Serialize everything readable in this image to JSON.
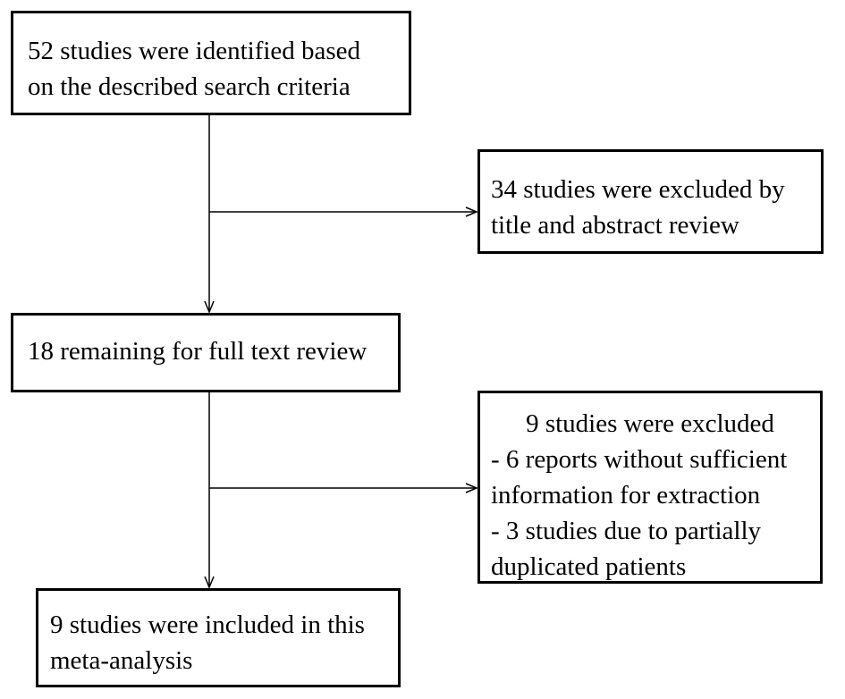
{
  "flowchart": {
    "identified": {
      "lines": [
        "52 studies were identified based",
        "on the described search criteria"
      ]
    },
    "excluded_title_abstract": {
      "lines": [
        "34 studies were excluded by",
        "title and abstract review"
      ]
    },
    "remaining": {
      "lines": [
        "18 remaining for full text review"
      ]
    },
    "excluded_full_text": {
      "heading": "9 studies were excluded",
      "lines": [
        "- 6 reports without sufficient",
        "information for extraction",
        "- 3 studies due to partially",
        "duplicated patients"
      ]
    },
    "included": {
      "lines": [
        "9 studies were included in this",
        "meta-analysis"
      ]
    }
  }
}
